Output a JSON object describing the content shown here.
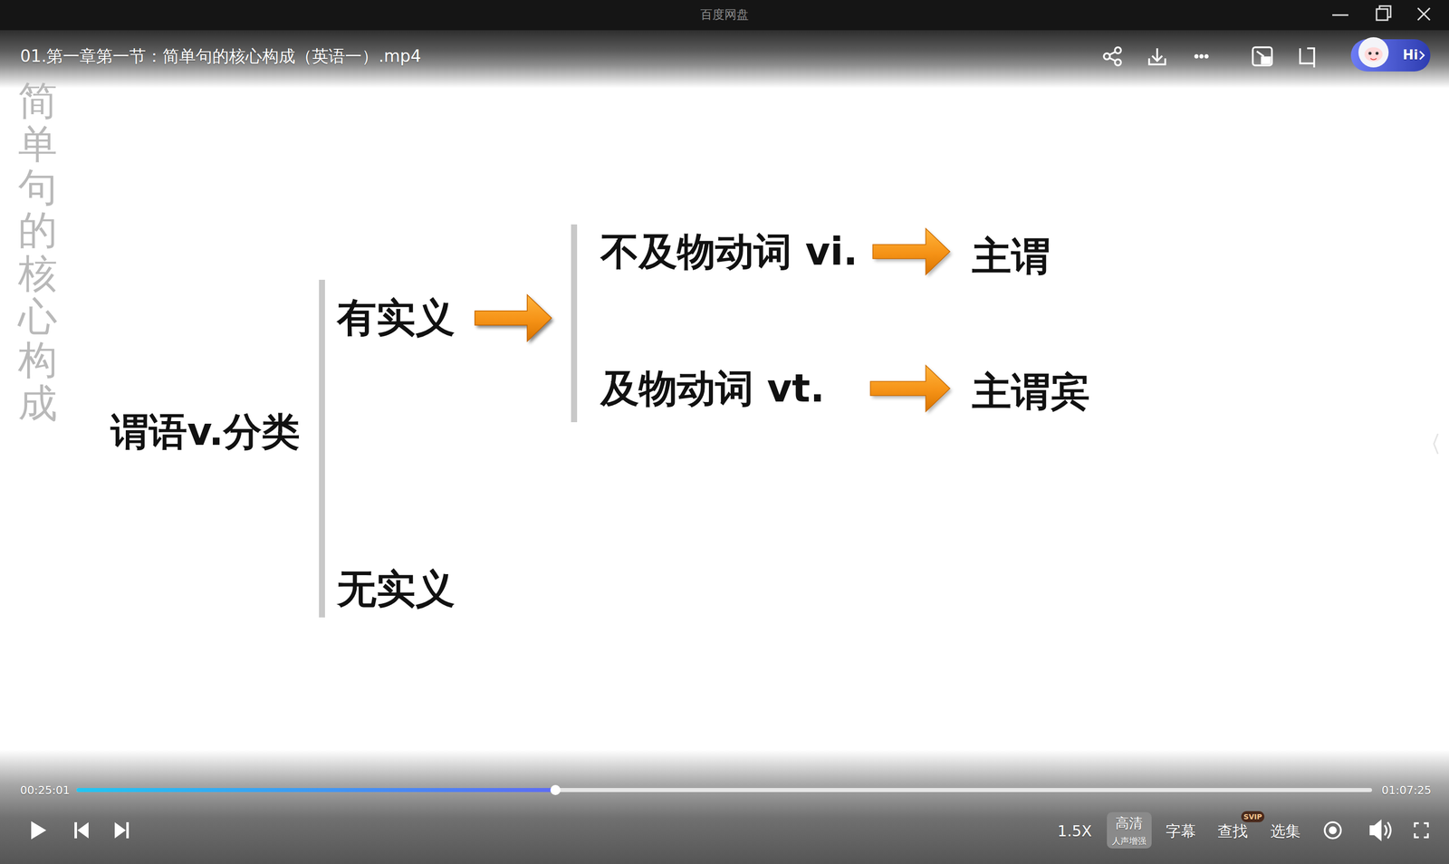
{
  "diagram": {
    "title": "简单句的核心构成",
    "nodes": [
      {
        "text": [
          "谓语v.分类"
        ]
      },
      {
        "text": [
          "有实义"
        ]
      },
      {
        "text": [
          "无实义"
        ]
      },
      {
        "text": [
          "不及物动词 vi."
        ]
      },
      {
        "text": [
          "及物动词 vt."
        ]
      },
      {
        "text": [
          "主谓"
        ]
      },
      {
        "text": [
          "主谓宾"
        ]
      }
    ],
    "edges": [
      {
        "from": 1,
        "to": 3,
        "arrow": "to"
      },
      {
        "from": 1,
        "to": 4,
        "arrow": "to"
      },
      {
        "from": 3,
        "to": 5,
        "arrow": "to"
      },
      {
        "from": 4,
        "to": 6,
        "arrow": "to"
      }
    ],
    "labels": [
      "百度网盘",
      "01.第一章第一节：简单句的核心构成（英语一）.mp4",
      "Hi",
      "00:25:01",
      "01:07:25",
      "1.5X",
      "高清",
      "人声增强",
      "字幕",
      "SVIP",
      "查找",
      "选集"
    ]
  }
}
